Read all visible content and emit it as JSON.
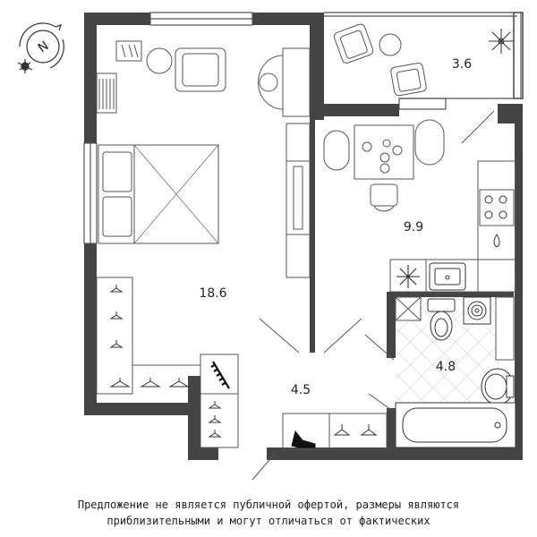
{
  "rooms": {
    "bedroom_area": "18.6",
    "kitchen_area": "9.9",
    "balcony_area": "3.6",
    "hall_area": "4.5",
    "bathroom_area": "4.8"
  },
  "compass": {
    "label": "N"
  },
  "disclaimer": {
    "line1": "Предложение не является публичной офертой, размеры являются",
    "line2": "приблизительными и могут отличаться от фактических"
  },
  "colors": {
    "wall": "#444444",
    "line": "#555555",
    "tile": "#eeeeee"
  },
  "icons": [
    "compass-icon",
    "snowflake-icon",
    "hanger-icon",
    "shoe-icon",
    "comb-icon",
    "stove-icon",
    "bathtub-icon",
    "toilet-icon",
    "sink-icon",
    "washing-machine-icon"
  ]
}
